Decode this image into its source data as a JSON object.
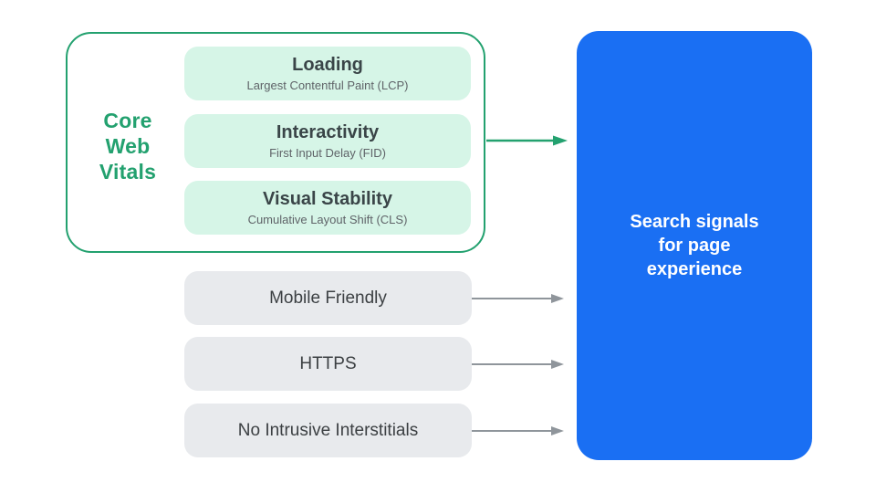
{
  "colors": {
    "green": "#23a16f",
    "mint_box": "#d6f5e7",
    "gray_box": "#e8eaed",
    "blue_panel": "#1a6ff3",
    "title_text": "#3a4548",
    "subtitle_text": "#5f6368",
    "signal_text": "#3c4043",
    "arrow_gray": "#8f959b",
    "result_text": "#ffffff"
  },
  "core_panel": {
    "label": "Core Web Vitals",
    "label_lines": [
      "Core",
      "Web",
      "Vitals"
    ],
    "items": [
      {
        "title": "Loading",
        "subtitle": "Largest Contentful Paint (LCP)"
      },
      {
        "title": "Interactivity",
        "subtitle": "First Input Delay (FID)"
      },
      {
        "title": "Visual Stability",
        "subtitle": "Cumulative Layout Shift (CLS)"
      }
    ]
  },
  "other_signals": {
    "items": [
      {
        "label": "Mobile Friendly"
      },
      {
        "label": "HTTPS"
      },
      {
        "label": "No Intrusive Interstitials"
      }
    ]
  },
  "result_panel": {
    "label": "Search signals for page experience",
    "label_lines": [
      "Search signals",
      "for page",
      "experience"
    ]
  }
}
